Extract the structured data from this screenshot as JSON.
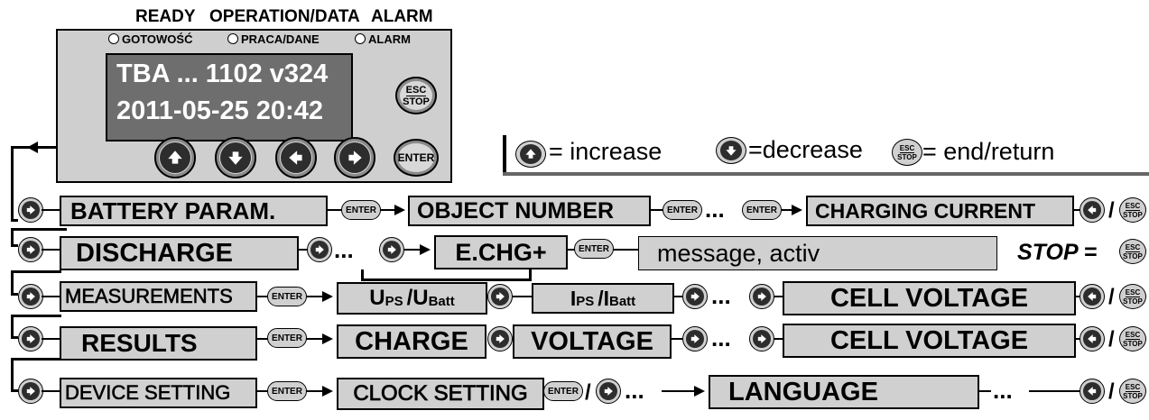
{
  "top_labels": {
    "ready": "READY",
    "operation": "OPERATION/DATA",
    "alarm": "ALARM"
  },
  "panel": {
    "leds": [
      "GOTOWOŚĆ",
      "PRACA/DANE",
      "ALARM"
    ],
    "lcd_line1": "TBA ... 1102 v324",
    "lcd_line2": "2011-05-25  20:42",
    "esc_top": "ESC",
    "esc_bottom": "STOP",
    "enter_label": "ENTER"
  },
  "legend": {
    "increase": "= increase",
    "decrease": "=decrease",
    "end": "= end/return"
  },
  "small_key": {
    "enter": "ENTER",
    "esc": "ESC",
    "stop": "STOP"
  },
  "rows": {
    "battery": {
      "label": "BATTERY PARAM.",
      "object": "OBJECT NUMBER",
      "charging": "CHARGING CURRENT"
    },
    "discharge": {
      "label": "DISCHARGE",
      "echg": "E.CHG+",
      "message": "message, activ",
      "stop": "STOP ="
    },
    "measurements": {
      "label": "MEASUREMENTS",
      "u_main": "U",
      "u_sub1": "PS",
      "u_sep": "/U",
      "u_sub2": "Batt",
      "i_main": "I",
      "i_sub1": "PS",
      "i_sep": "/I",
      "i_sub2": "Batt",
      "cell": "CELL VOLTAGE"
    },
    "results": {
      "label": "RESULTS",
      "charge": "CHARGE",
      "voltage": "VOLTAGE",
      "cell": "CELL VOLTAGE"
    },
    "device": {
      "label": "DEVICE SETTING",
      "clock": "CLOCK SETTING",
      "language": "LANGUAGE"
    }
  },
  "separators": {
    "dots": "...",
    "slash": "/"
  }
}
